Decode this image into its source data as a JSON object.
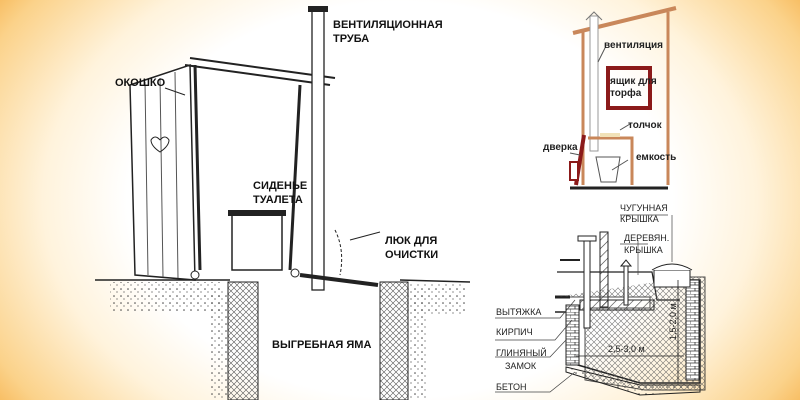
{
  "left_diagram": {
    "labels": {
      "window": "ОКОШКО",
      "vent_pipe_line1": "ВЕНТИЛЯЦИОННАЯ",
      "vent_pipe_line2": "ТРУБА",
      "seat_line1": "СИДЕНЬЕ",
      "seat_line2": "ТУАЛЕТА",
      "hatch_line1": "ЛЮК ДЛЯ",
      "hatch_line2": "ОЧИСТКИ",
      "pit": "ВЫГРЕБНАЯ ЯМА"
    }
  },
  "top_right_diagram": {
    "labels": {
      "ventilation": "вентиляция",
      "peat_box_line1": "ящик для",
      "peat_box_line2": "торфа",
      "seat": "толчок",
      "door": "дверка",
      "container": "емкость"
    },
    "colors": {
      "frame": "#c9875a",
      "box": "#8b1a1a"
    }
  },
  "bottom_right_diagram": {
    "labels": {
      "cast_iron_lid_line1": "ЧУГУННАЯ",
      "cast_iron_lid_line2": "КРЫШКА",
      "wooden_lid_line1": "ДЕРЕВЯН.",
      "wooden_lid_line2": "КРЫШКА",
      "exhaust": "ВЫТЯЖКА",
      "brick": "КИРПИЧ",
      "clay_lock_line1": "ГЛИНЯНЫЙ",
      "clay_lock_line2": "ЗАМОК",
      "concrete": "БЕТОН",
      "width": "2,5-3,0 м",
      "depth": "1,5-2,0 м"
    }
  }
}
